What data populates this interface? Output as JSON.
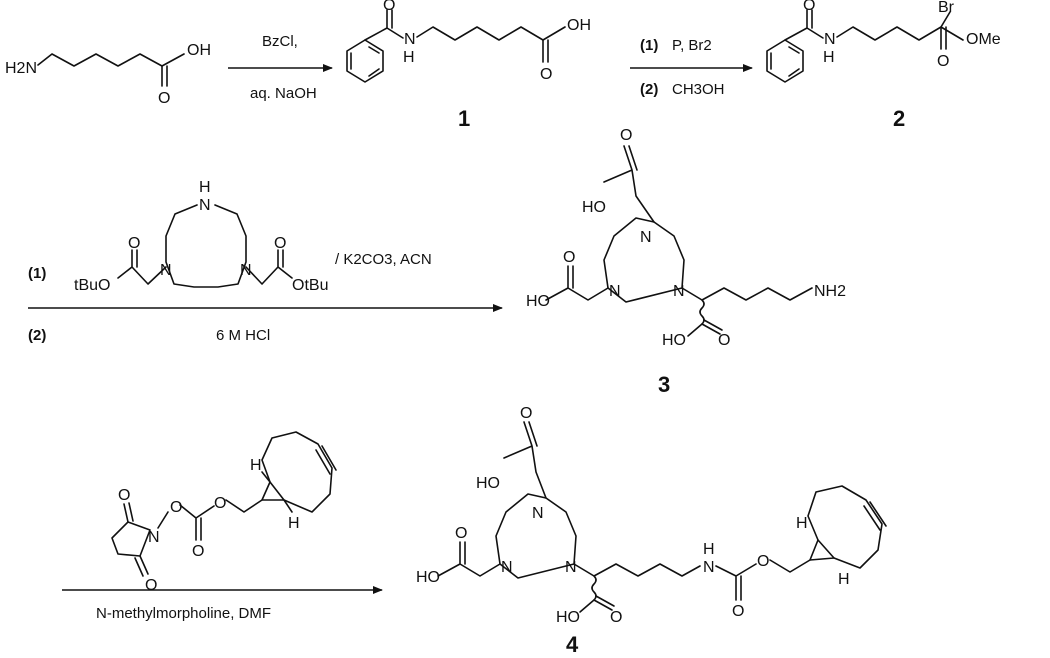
{
  "reaction1": {
    "reactant_amine": "H2N",
    "reactant_acid": "OH",
    "reactant_o": "O",
    "reagent": "BzCl,",
    "condition": "aq. NaOH"
  },
  "compound1": {
    "number": "1",
    "o_amide": "O",
    "nh": "N",
    "h": "H",
    "acid": "OH",
    "o_acid": "O"
  },
  "reaction2": {
    "step1_num": "(1)",
    "step1": "P, Br2",
    "step2_num": "(2)",
    "step2": "CH3OH"
  },
  "compound2": {
    "number": "2",
    "o_amide": "O",
    "nh": "N",
    "h": "H",
    "br": "Br",
    "ome": "OMe",
    "o_ester": "O"
  },
  "reaction3": {
    "step1_num": "(1)",
    "step2_num": "(2)",
    "tbu_left": "tBuO",
    "tbu_right": "OtBu",
    "o_left": "O",
    "o_right": "O",
    "n_top": "N",
    "h_top": "H",
    "n_left": "N",
    "n_right": "N",
    "conditions": "/ K2CO3, ACN",
    "step2": "6 M HCl"
  },
  "compound3": {
    "number": "3",
    "ho_top": "HO",
    "o_top": "O",
    "n_top": "N",
    "ho_left": "HO",
    "o_left": "O",
    "n_left": "N",
    "n_right": "N",
    "nh2": "NH2",
    "ho_bottom": "HO",
    "o_bottom": "O"
  },
  "reaction4": {
    "o_top": "O",
    "o_bottom": "O",
    "n": "N",
    "o_link1": "O",
    "o_carbonate": "O",
    "o_link2": "O",
    "h_top": "H",
    "h_bottom": "H",
    "condition": "N-methylmorpholine, DMF"
  },
  "compound4": {
    "number": "4",
    "ho_top": "HO",
    "o_top": "O",
    "n_top": "N",
    "ho_left": "HO",
    "o_left": "O",
    "n_left": "N",
    "n_right": "N",
    "nh": "N",
    "h": "H",
    "o_carbamate": "O",
    "o_link": "O",
    "ho_bottom": "HO",
    "o_bottom": "O",
    "h_top": "H",
    "h_bottom": "H"
  }
}
